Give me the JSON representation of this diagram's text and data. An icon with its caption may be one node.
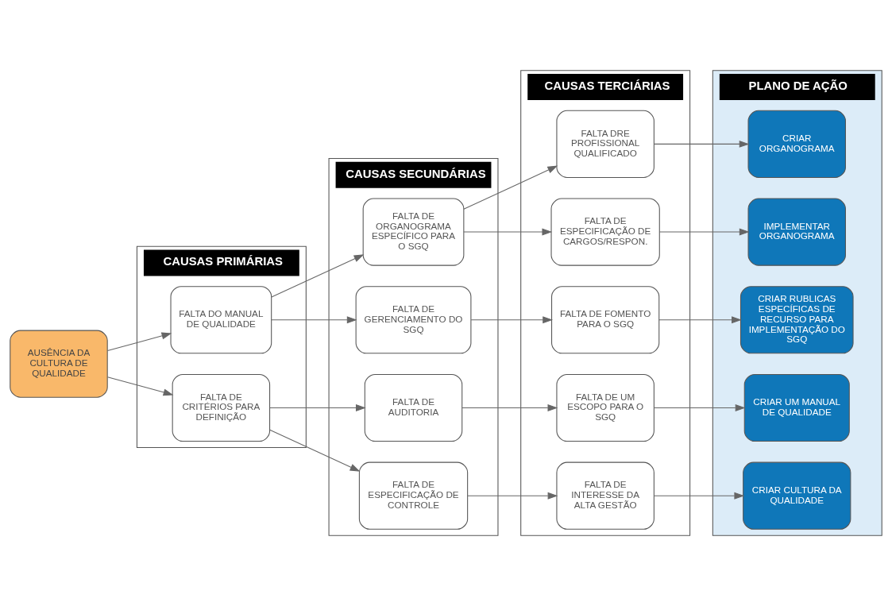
{
  "diagram": {
    "nodes": [
      {
        "text": [
          "CAUSAS PRIMÁRIAS"
        ]
      },
      {
        "text": [
          "CAUSAS SECUNDÁRIAS"
        ]
      },
      {
        "text": [
          "CAUSAS TERCIÁRIAS"
        ]
      },
      {
        "text": [
          "PLANO DE AÇÃO"
        ]
      },
      {
        "text": [
          "AUSÊNCIA DA CULTURA DE QUALIDADE"
        ]
      },
      {
        "text": [
          "FALTA DO MANUAL DE QUALIDADE"
        ],
        "in": 0
      },
      {
        "text": [
          "FALTA DE CRITÉRIOS PARA DEFINIÇÃO"
        ],
        "in": 0
      },
      {
        "text": [
          "FALTA DE ORGANOGRAMA ESPECÍFICO PARA O SGQ"
        ],
        "in": 1
      },
      {
        "text": [
          "FALTA DE GERENCIAMENTO DO SGQ"
        ],
        "in": 1
      },
      {
        "text": [
          "FALTA DE AUDITORIA"
        ],
        "in": 1
      },
      {
        "text": [
          "FALTA DE ESPECIFICAÇÃO DE CONTROLE"
        ],
        "in": 1
      },
      {
        "text": [
          "FALTA DRE PROFISSIONAL QUALIFICADO"
        ],
        "in": 2
      },
      {
        "text": [
          "FALTA DE ESPECIFICAÇÃO DE CARGOS/RESPON."
        ],
        "in": 2
      },
      {
        "text": [
          "FALTA DE FOMENTO PARA O SGQ"
        ],
        "in": 2
      },
      {
        "text": [
          "FALTA DE UM ESCOPO PARA O SGQ"
        ],
        "in": 2
      },
      {
        "text": [
          "FALTA DE INTERESSE DA ALTA GESTÃO"
        ],
        "in": 2
      },
      {
        "text": [
          "CRIAR ORGANOGRAMA"
        ],
        "in": 3
      },
      {
        "text": [
          "IMPLEMENTAR ORGANOGRAMA"
        ],
        "in": 3
      },
      {
        "text": [
          "CRIAR RUBLICAS ESPECÍFICAS DE RECURSO PARA IMPLEMENTAÇÃO DO SGQ"
        ],
        "in": 3
      },
      {
        "text": [
          "CRIAR UM MANUAL DE QUALIDADE"
        ],
        "in": 3
      },
      {
        "text": [
          "CRIAR CULTURA DA QUALIDADE"
        ],
        "in": 3
      }
    ],
    "edges": [
      {
        "from": 4,
        "to": 5,
        "arrow": "to"
      },
      {
        "from": 4,
        "to": 6,
        "arrow": "to"
      },
      {
        "from": 5,
        "to": 7,
        "arrow": "to"
      },
      {
        "from": 5,
        "to": 8,
        "arrow": "to"
      },
      {
        "from": 7,
        "to": 11,
        "arrow": "to"
      },
      {
        "from": 7,
        "to": 12,
        "arrow": "to"
      },
      {
        "from": 8,
        "to": 13,
        "arrow": "to"
      },
      {
        "from": 6,
        "to": 9,
        "arrow": "to"
      },
      {
        "from": 6,
        "to": 10,
        "arrow": "to"
      },
      {
        "from": 9,
        "to": 14,
        "arrow": "to"
      },
      {
        "from": 10,
        "to": 15,
        "arrow": "to"
      },
      {
        "from": 11,
        "to": 16,
        "arrow": "to"
      },
      {
        "from": 12,
        "to": 17,
        "arrow": "to"
      },
      {
        "from": 13,
        "to": 18,
        "arrow": "to"
      },
      {
        "from": 14,
        "to": 19,
        "arrow": "to"
      },
      {
        "from": 15,
        "to": 20,
        "arrow": "to"
      }
    ]
  }
}
